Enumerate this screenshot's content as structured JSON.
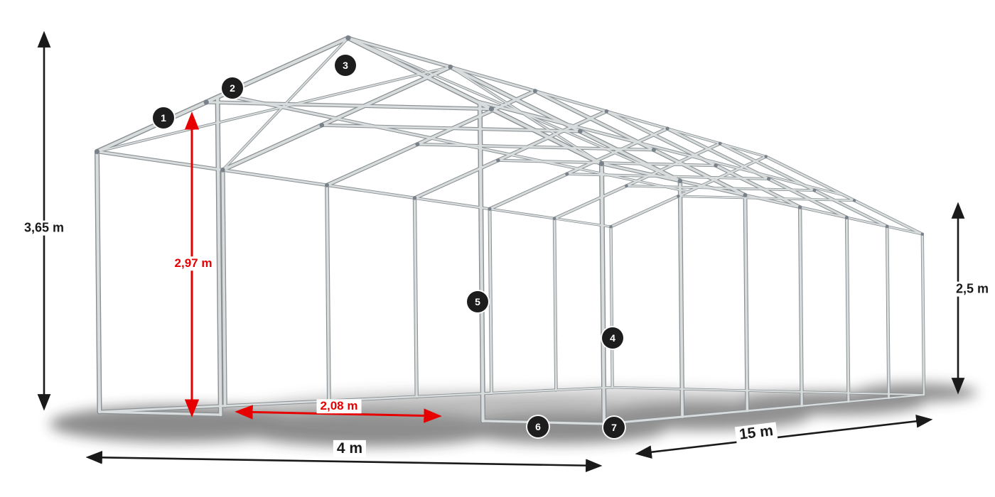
{
  "diagram": {
    "dimensions": {
      "total_height": "3,65 m",
      "clear_height": "2,97 m",
      "entrance_width": "2,08 m",
      "side_height": "2,5 m",
      "front_width": "4 m",
      "length": "15 m"
    },
    "callouts": [
      "1",
      "2",
      "3",
      "4",
      "5",
      "6",
      "7"
    ],
    "colors": {
      "dimension_black": "#1a1a1a",
      "dimension_red": "#e60000",
      "tube_light": "#d8dcdd",
      "tube_dark": "#8a9093",
      "joint_gray": "#79818a",
      "callout_bg": "#1d1d1d"
    }
  }
}
